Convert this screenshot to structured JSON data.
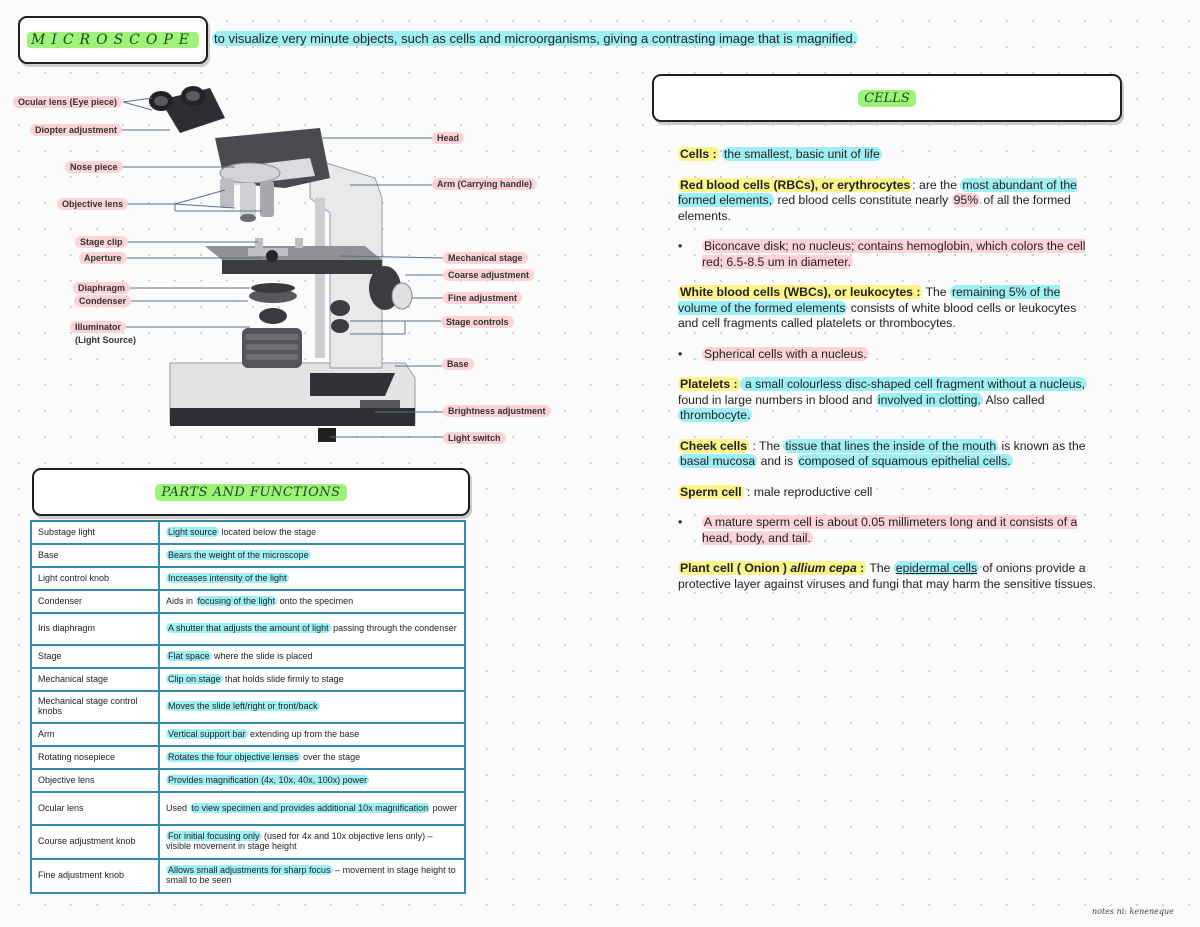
{
  "header": {
    "title": "MICROSCOPE",
    "intro": "to visualize very minute objects, such as cells and microorganisms, giving a contrasting image that is magnified."
  },
  "figure_labels": {
    "ocular_lens": "Ocular lens (Eye piece)",
    "diopter": "Diopter adjustment",
    "nose_piece": "Nose piece",
    "objective": "Objective lens",
    "stage_clip": "Stage clip",
    "aperture": "Aperture",
    "diaphragm": "Diaphragm",
    "condenser": "Condenser",
    "illuminator": "Illuminator",
    "light_source": "(Light Source)",
    "head": "Head",
    "arm": "Arm (Carrying handle)",
    "mechanical_stage": "Mechanical stage",
    "coarse": "Coarse adjustment",
    "fine": "Fine adjustment",
    "stage_controls": "Stage controls",
    "base": "Base",
    "brightness": "Brightness adjustment",
    "light_switch": "Light switch"
  },
  "parts_section": {
    "title": "PARTS AND FUNCTIONS",
    "rows": [
      {
        "part": "Substage light",
        "hl": "Light source",
        "rest": " located below the stage"
      },
      {
        "part": "Base",
        "hl": "Bears the weight of the microscope",
        "rest": ""
      },
      {
        "part": "Light control knob",
        "hl": "Increases intensity of the light",
        "rest": ""
      },
      {
        "part": "Condenser",
        "pre": "Aids in ",
        "hl": "focusing of the light",
        "rest": " onto the specimen"
      },
      {
        "part": "Iris diaphragm",
        "hl": "A shutter that adjusts the amount of light",
        "rest": " passing through the condenser"
      },
      {
        "part": "Stage",
        "hl": "Flat space",
        "rest": " where the slide is placed"
      },
      {
        "part": "Mechanical stage",
        "hl": "Clip on stage",
        "rest": " that holds slide firmly to stage"
      },
      {
        "part": "Mechanical stage control knobs",
        "hl": "Moves the slide left/right or front/back",
        "rest": ""
      },
      {
        "part": "Arm",
        "hl": "Vertical support bar",
        "rest": " extending up from the base"
      },
      {
        "part": "Rotating nosepiece",
        "hl": "Rotates the four objective lenses",
        "rest": " over the stage"
      },
      {
        "part": "Objective lens",
        "hl": "Provides magnification (4x, 10x, 40x, 100x) power",
        "rest": ""
      },
      {
        "part": "Ocular lens",
        "pre": "Used ",
        "hl": "to view specimen and provides additional 10x magnification",
        "rest": " power"
      },
      {
        "part": "Course adjustment knob",
        "hl": "For initial focusing only",
        "rest": " (used for 4x and 10x objective lens only) – visible movement in stage height"
      },
      {
        "part": "Fine adjustment knob",
        "hl": "Allows small adjustments for sharp focus",
        "rest": " – movement in stage height to small to be seen"
      }
    ]
  },
  "cells_section": {
    "title": "CELLS",
    "cells_term": "Cells :",
    "cells_def": "the smallest, basic unit of life",
    "rbc_term": "Red blood cells (RBCs), or erythrocytes",
    "rbc_a": ": are the ",
    "rbc_hl1": "most abundant of the formed elements,",
    "rbc_b": " red blood cells constitute nearly ",
    "rbc_hl2": "95%",
    "rbc_c": " of all the formed elements.",
    "rbc_bullet": "Biconcave disk; no nucleus; contains hemoglobin, which colors the cell red; 6.5-8.5 um in diameter.",
    "wbc_term": "White blood cells (WBCs), or leukocytes :",
    "wbc_a": " The ",
    "wbc_hl": "remaining 5% of the volume of the formed elements",
    "wbc_b": " consists of white blood cells or leukocytes and cell fragments called platelets or thrombocytes.",
    "wbc_bullet": "Spherical cells with a nucleus.",
    "plt_term": "Platelets :",
    "plt_hl1": " a small colourless disc-shaped cell fragment without a nucleus,",
    "plt_a": " found in large numbers in blood and ",
    "plt_hl2": "involved in clotting.",
    "plt_b": " Also called ",
    "plt_hl3": "thrombocyte.",
    "cheek_term": "Cheek cells",
    "cheek_a": " : The ",
    "cheek_hl1": "tissue that lines the inside of the mouth",
    "cheek_b": " is known as the ",
    "cheek_hl2": "basal mucosa",
    "cheek_c": " and is ",
    "cheek_hl3": "composed of squamous epithelial cells.",
    "sperm_term": "Sperm cell",
    "sperm_def": " : male reproductive cell",
    "sperm_bullet": "A mature sperm cell is about 0.05 millimeters long and it consists of a head, body, and tail.",
    "plant_term": "Plant cell ( Onion )",
    "plant_species": "allium cepa",
    "plant_colon": " :",
    "plant_a": " The ",
    "plant_hl": "epidermal cells",
    "plant_b": " of onions provide a protective layer against viruses and fungi that may harm the sensitive tissues."
  },
  "signature": "notes ni: keneneque"
}
